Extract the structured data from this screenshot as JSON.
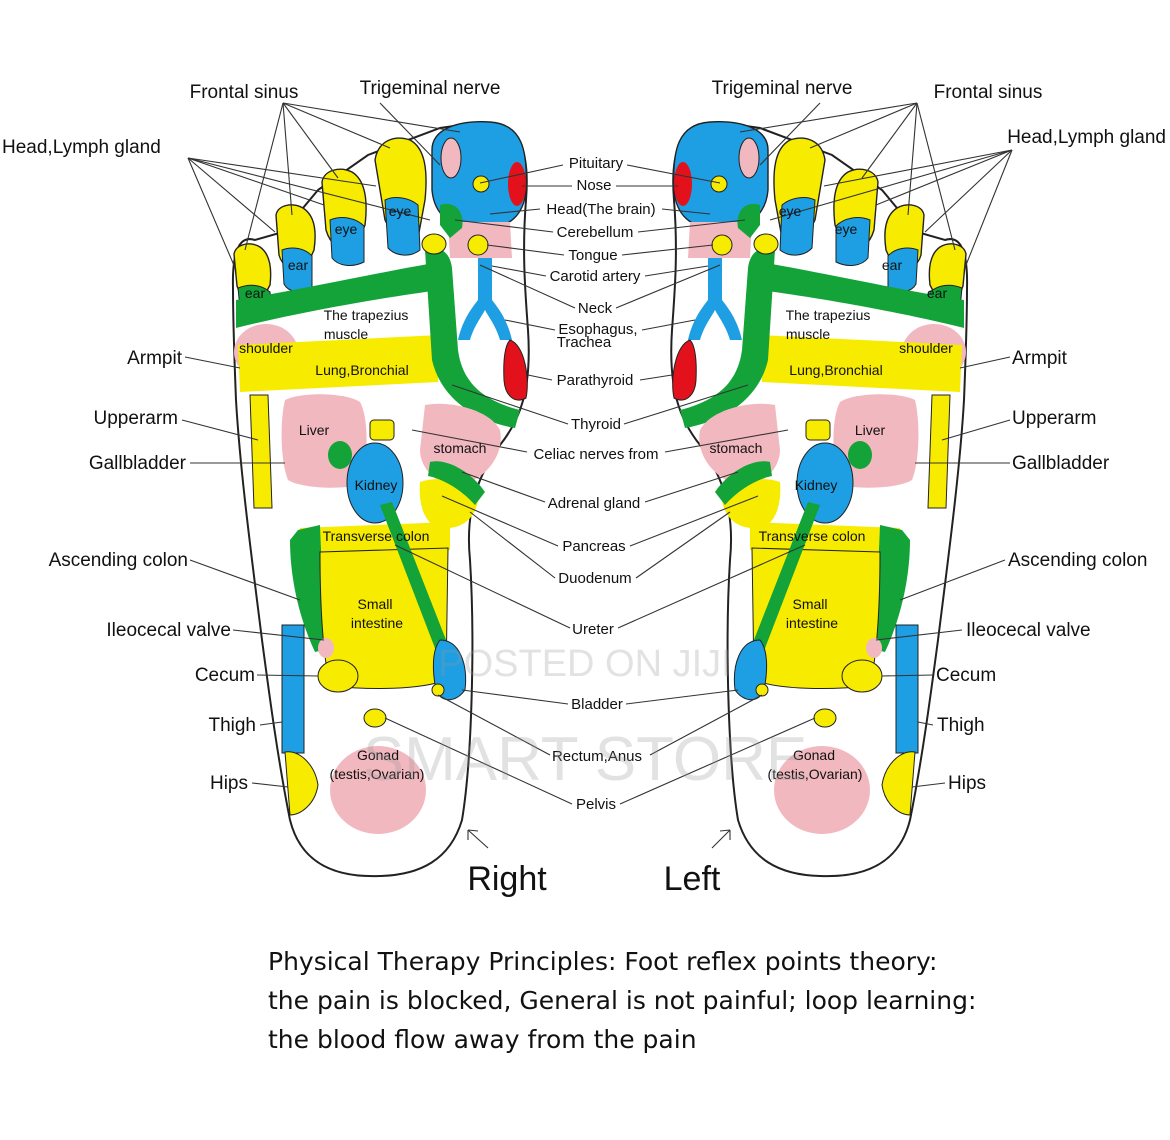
{
  "labels": {
    "frontal_sinus": "Frontal sinus",
    "trigeminal_nerve": "Trigeminal nerve",
    "head_lymph_gland": "Head,Lymph gland",
    "armpit": "Armpit",
    "upperarm": "Upperarm",
    "gallbladder": "Gallbladder",
    "ascending_colon": "Ascending colon",
    "ileocecal_valve": "Ileocecal valve",
    "cecum": "Cecum",
    "thigh": "Thigh",
    "hips": "Hips"
  },
  "center_labels": {
    "pituitary": "Pituitary",
    "nose": "Nose",
    "head_brain": "Head(The brain)",
    "cerebellum": "Cerebellum",
    "tongue": "Tongue",
    "carotid_artery": "Carotid artery",
    "neck": "Neck",
    "esophagus": "Esophagus,",
    "trachea": "Trachea",
    "parathyroid": "Parathyroid",
    "thyroid": "Thyroid",
    "celiac_nerves": "Celiac nerves from",
    "adrenal_gland": "Adrenal gland",
    "pancreas": "Pancreas",
    "duodenum": "Duodenum",
    "ureter": "Ureter",
    "bladder": "Bladder",
    "rectum_anus": "Rectum,Anus",
    "pelvis": "Pelvis"
  },
  "zones": {
    "eye": "eye",
    "ear": "ear",
    "trapezius_1": "The trapezius",
    "trapezius_2": "muscle",
    "shoulder": "shoulder",
    "lung": "Lung,Bronchial",
    "liver": "Liver",
    "stomach": "stomach",
    "kidney": "Kidney",
    "transverse_colon": "Transverse colon",
    "small_intestine_1": "Small",
    "small_intestine_2": "intestine",
    "gonad_1": "Gonad",
    "gonad_2": "(testis,Ovarian)"
  },
  "foot_labels": {
    "right": "Right",
    "left": "Left"
  },
  "watermark": {
    "line1": "POSTED ON JIJI",
    "line2": "SMART STORE"
  },
  "caption": {
    "line1": "Physical Therapy Principles: Foot reflex points theory:",
    "line2": "the pain is blocked, General is not painful; loop learning:",
    "line3": "the blood flow away from the pain"
  },
  "colors": {
    "yellow": "#f7ec00",
    "blue": "#1e9ee3",
    "green": "#13a339",
    "pink": "#f2b8bf",
    "red": "#e3111b"
  }
}
